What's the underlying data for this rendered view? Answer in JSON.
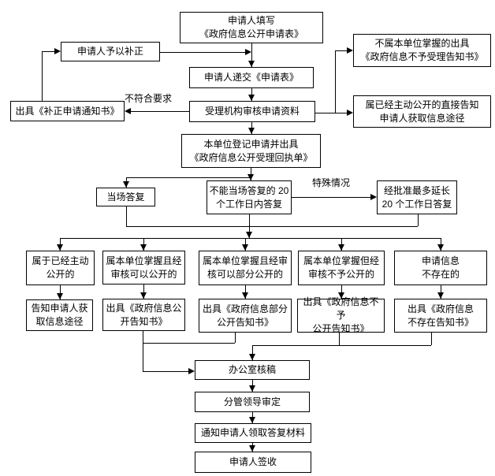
{
  "colors": {
    "background": "#ffffff",
    "box_fill": "#ffffff",
    "box_border": "#000000",
    "line": "#000000",
    "text": "#000000"
  },
  "nodes": {
    "fill_form": {
      "label": "申请人填写\n《政府信息公开申请表》"
    },
    "submit_form": {
      "label": "申请人递交《申请表》"
    },
    "review_materials": {
      "label": "受理机构审核申请资料"
    },
    "register_receipt": {
      "label": "本单位登记申请并出具\n《政府信息公开受理回执单》"
    },
    "applicant_correct": {
      "label": "申请人予以补正"
    },
    "correction_notice": {
      "label": "出具《补正申请通知书》"
    },
    "not_held_notice": {
      "label": "不属本单位掌握的出具\n《政府信息不予受理告知书》"
    },
    "already_public_inform": {
      "label": "属已经主动公开的直接告知\n申请人获取信息途径"
    },
    "reply_onspot": {
      "label": "当场答复"
    },
    "reply_20days": {
      "label": "不能当场答复的 20\n个工作日内答复"
    },
    "reply_extend": {
      "label": "经批准最多延长\n20 个工作日答复"
    },
    "case_already_public": {
      "label": "属于已经主动\n公开的"
    },
    "case_can_open": {
      "label": "属本单位掌握且经\n审核可以公开的"
    },
    "case_partial_open": {
      "label": "属本单位掌握且经审\n核可以部分公开的"
    },
    "case_not_open": {
      "label": "属本单位掌握但经\n审核不予公开的"
    },
    "case_not_exist": {
      "label": "申请信息\n不存在的"
    },
    "act_inform_channel": {
      "label": "告知申请人获\n取信息途径"
    },
    "act_open_notice": {
      "label": "出具《政府信息公\n开告知书》"
    },
    "act_partial_notice": {
      "label": "出具《政府信息部分\n公开告知书》"
    },
    "act_refuse_notice": {
      "label": "出具《政府信息不予\n公开告知书》"
    },
    "act_not_exist_notice": {
      "label": "出具《政府信息\n不存在告知书》"
    },
    "office_check": {
      "label": "办公室核稿"
    },
    "leader_approve": {
      "label": "分管领导审定"
    },
    "notify_pickup": {
      "label": "通知申请人领取答复材料"
    },
    "applicant_sign": {
      "label": "申请人签收"
    }
  },
  "edge_labels": {
    "not_meeting_requirements": "不符合要求",
    "special_case": "特殊情况"
  }
}
